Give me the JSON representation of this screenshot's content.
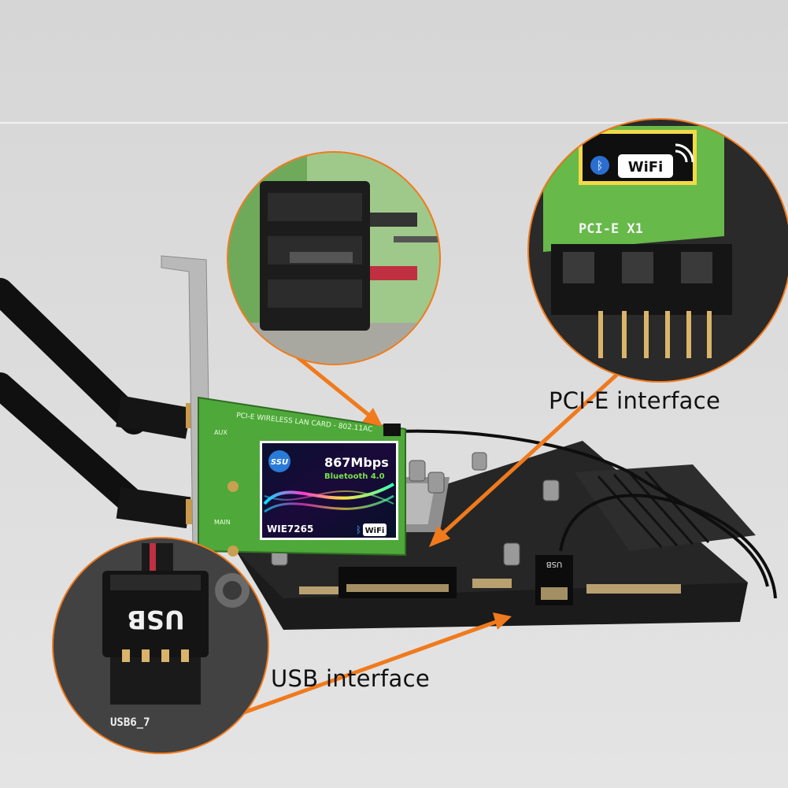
{
  "callouts": {
    "pcie": "PCI-E interface",
    "usb": "USB interface"
  },
  "card": {
    "header": "PCI-E WIRELESS LAN CARD - 802.11AC",
    "speed": "867Mbps",
    "bluetooth": "Bluetooth 4.0",
    "model": "WIE7265",
    "brand": "SSU",
    "wifi": "WiFi",
    "antenna_aux": "AUX",
    "antenna_main": "MAIN"
  },
  "zoom_pcie": {
    "slot_label": "PCI-E X1",
    "wifi": "WiFi"
  },
  "zoom_usb": {
    "connector_label": "USB",
    "header_label": "USB6_7"
  },
  "board_usb_label": "USB",
  "colors": {
    "accent_orange": "#f07a1c",
    "pcb_green": "#4fa83a",
    "board_black": "#1b1b1b",
    "background": "#dcdcdc"
  }
}
